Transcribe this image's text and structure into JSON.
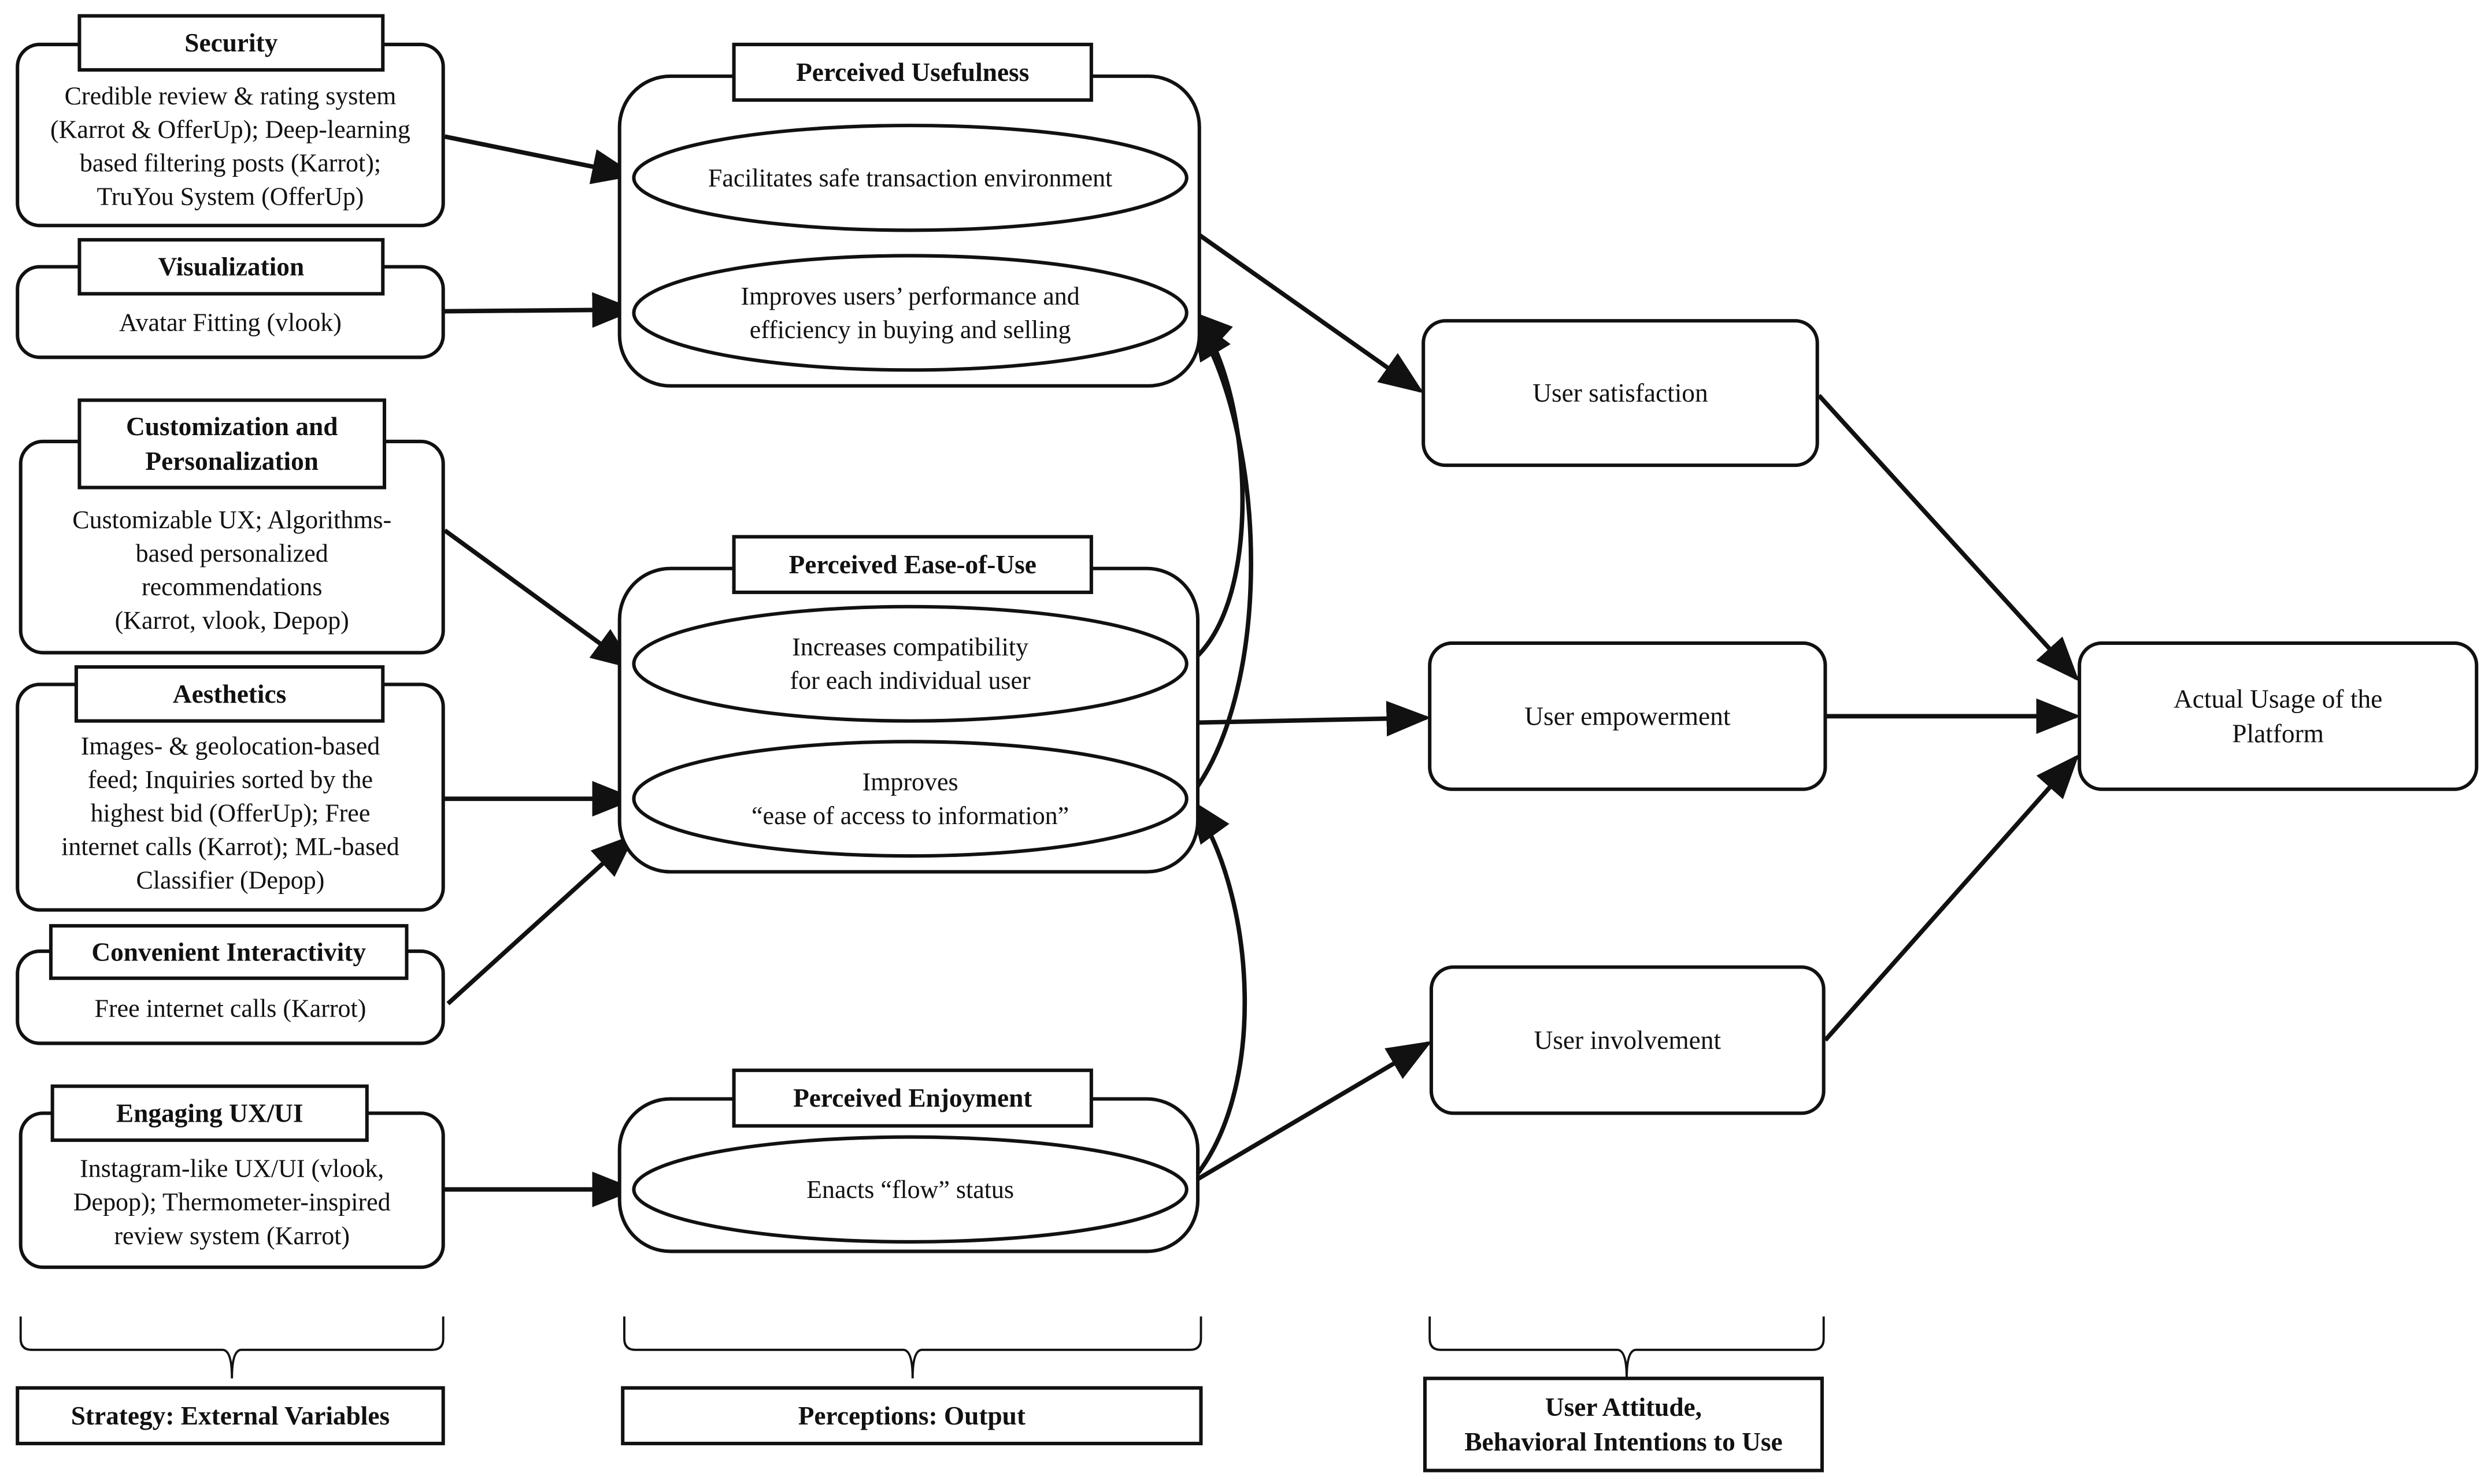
{
  "colors": {
    "stroke": "#111111",
    "text": "#111111",
    "background": "#ffffff"
  },
  "strategies": [
    {
      "id": "security",
      "title": [
        "Security"
      ],
      "body": [
        "Credible review & rating system",
        "(Karrot & OfferUp); Deep-learning",
        "based filtering posts (Karrot);",
        "TruYou System (OfferUp)"
      ]
    },
    {
      "id": "visualization",
      "title": [
        "Visualization"
      ],
      "body": [
        "Avatar Fitting (vlook)"
      ]
    },
    {
      "id": "customization",
      "title": [
        "Customization and",
        "Personalization"
      ],
      "body": [
        "Customizable UX; Algorithms-",
        "based personalized",
        "recommendations",
        "(Karrot, vlook, Depop)"
      ]
    },
    {
      "id": "aesthetics",
      "title": [
        "Aesthetics"
      ],
      "body": [
        "Images- & geolocation-based",
        "feed; Inquiries sorted by the",
        "highest bid (OfferUp); Free",
        "internet calls (Karrot); ML-based",
        "Classifier (Depop)"
      ]
    },
    {
      "id": "interactivity",
      "title": [
        "Convenient Interactivity"
      ],
      "body": [
        "Free internet calls (Karrot)"
      ]
    },
    {
      "id": "engaging",
      "title": [
        "Engaging UX/UI"
      ],
      "body": [
        "Instagram-like UX/UI (vlook,",
        "Depop); Thermometer-inspired",
        "review system (Karrot)"
      ]
    }
  ],
  "perceptions": [
    {
      "id": "usefulness",
      "title": "Perceived Usefulness",
      "ellipses": [
        {
          "id": "safe",
          "lines": [
            "Facilitates safe transaction environment"
          ]
        },
        {
          "id": "performance",
          "lines": [
            "Improves users’ performance and",
            "efficiency in buying and selling"
          ]
        }
      ]
    },
    {
      "id": "ease",
      "title": "Perceived Ease-of-Use",
      "ellipses": [
        {
          "id": "compat",
          "lines": [
            "Increases compatibility",
            "for each individual user"
          ]
        },
        {
          "id": "access",
          "lines": [
            "Improves",
            "“ease of access to information”"
          ]
        }
      ]
    },
    {
      "id": "enjoyment",
      "title": "Perceived Enjoyment",
      "ellipses": [
        {
          "id": "flow",
          "lines": [
            "Enacts “flow” status"
          ]
        }
      ]
    }
  ],
  "attitudes": [
    {
      "id": "satisfaction",
      "lines": [
        "User satisfaction"
      ]
    },
    {
      "id": "empowerment",
      "lines": [
        "User empowerment"
      ]
    },
    {
      "id": "involvement",
      "lines": [
        "User involvement"
      ]
    }
  ],
  "outcome": {
    "id": "usage",
    "lines": [
      "Actual Usage of the",
      "Platform"
    ]
  },
  "footer_labels": [
    {
      "id": "strategy",
      "lines": [
        "Strategy: External Variables"
      ]
    },
    {
      "id": "perceptions",
      "lines": [
        "Perceptions: Output"
      ]
    },
    {
      "id": "attitude",
      "lines": [
        "User Attitude,",
        "Behavioral Intentions to Use"
      ]
    }
  ]
}
